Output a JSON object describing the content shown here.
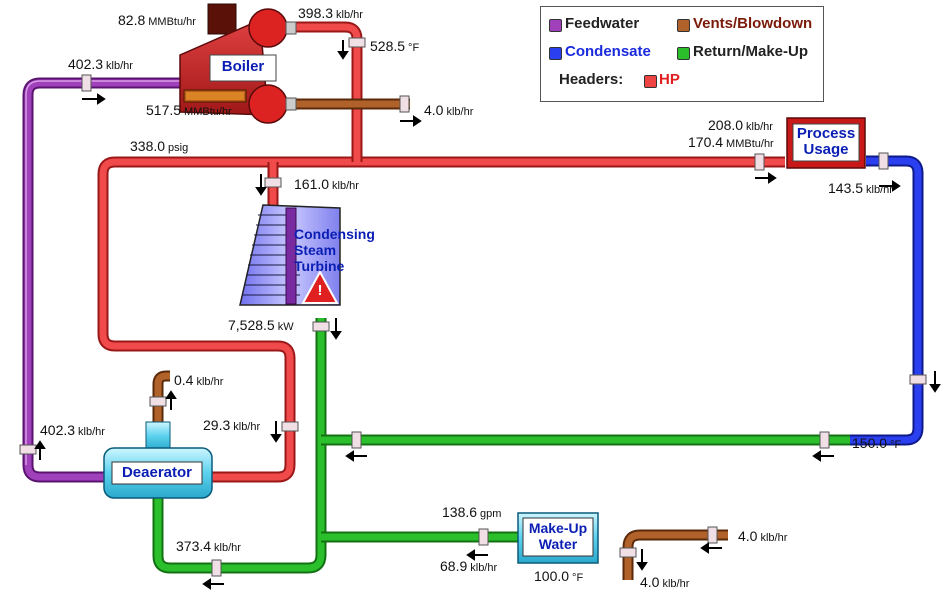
{
  "legend": {
    "feedwater": "Feedwater",
    "vents_blowdown": "Vents/Blowdown",
    "condensate": "Condensate",
    "return_makeup": "Return/Make-Up",
    "headers_label": "Headers:",
    "hp": "HP",
    "colors": {
      "feedwater": "#8b2aa0",
      "vents": "#a0522d",
      "condensate": "#2233dd",
      "return": "#22bb22",
      "hp": "#ee4444"
    }
  },
  "components": {
    "boiler": "Boiler",
    "process_usage_line1": "Process",
    "process_usage_line2": "Usage",
    "turbine_line1": "Condensing",
    "turbine_line2": "Steam",
    "turbine_line3": "Turbine",
    "deaerator": "Deaerator",
    "makeup_line1": "Make-Up",
    "makeup_line2": "Water",
    "warning_symbol": "!"
  },
  "readings": {
    "boiler_fuel": {
      "value": "82.8",
      "unit": "MMBtu/hr"
    },
    "boiler_steam": {
      "value": "398.3",
      "unit": "klb/hr"
    },
    "steam_temp": {
      "value": "528.5",
      "unit": "°F"
    },
    "feedwater_flow": {
      "value": "402.3",
      "unit": "klb/hr"
    },
    "boiler_duty": {
      "value": "517.5",
      "unit": "MMBtu/hr"
    },
    "blowdown": {
      "value": "4.0",
      "unit": "klb/hr"
    },
    "header_pressure": {
      "value": "338.0",
      "unit": "psig"
    },
    "process_flow": {
      "value": "208.0",
      "unit": "klb/hr"
    },
    "process_heat": {
      "value": "170.4",
      "unit": "MMBtu/hr"
    },
    "condensate_flow": {
      "value": "143.5",
      "unit": "klb/hr"
    },
    "turbine_steam": {
      "value": "161.0",
      "unit": "klb/hr"
    },
    "turbine_power": {
      "value": "7,528.5",
      "unit": "kW"
    },
    "deaerator_vent": {
      "value": "0.4",
      "unit": "klb/hr"
    },
    "deaerator_steam": {
      "value": "29.3",
      "unit": "klb/hr"
    },
    "deaerator_feed": {
      "value": "402.3",
      "unit": "klb/hr"
    },
    "return_temp": {
      "value": "150.0",
      "unit": "°F"
    },
    "makeup_gpm": {
      "value": "138.6",
      "unit": "gpm"
    },
    "makeup_flow": {
      "value": "68.9",
      "unit": "klb/hr"
    },
    "makeup_temp": {
      "value": "100.0",
      "unit": "°F"
    },
    "deaerator_return": {
      "value": "373.4",
      "unit": "klb/hr"
    },
    "vent_in": {
      "value": "4.0",
      "unit": "klb/hr"
    },
    "vent_out": {
      "value": "4.0",
      "unit": "klb/hr"
    }
  }
}
